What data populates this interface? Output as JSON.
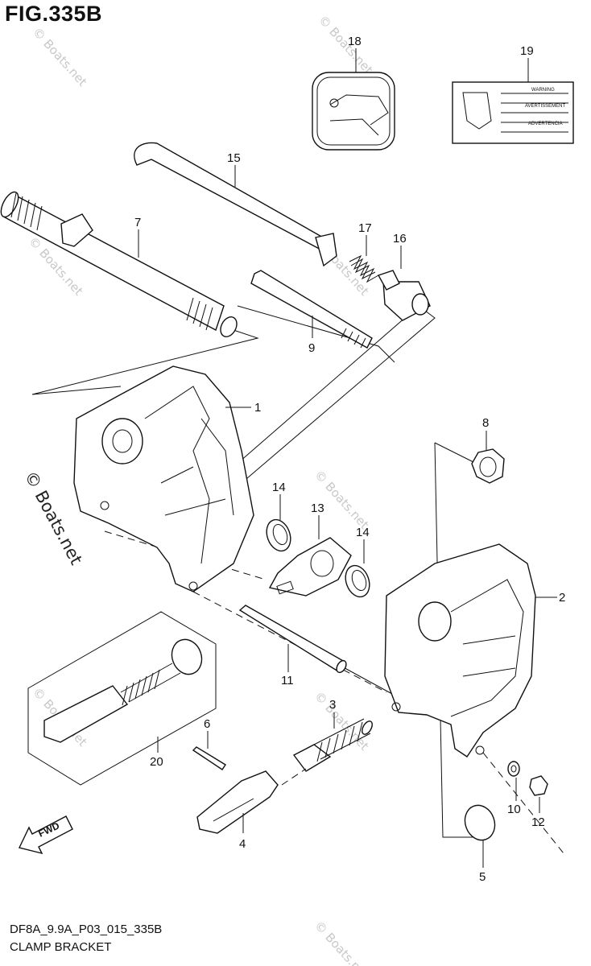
{
  "figure": {
    "title": "FIG.335B",
    "code": "DF8A_9.9A_P03_015_335B",
    "name": "CLAMP BRACKET"
  },
  "watermark": {
    "text": "© Boats.net"
  },
  "fwd_label": "FWD",
  "callouts": {
    "c1": "1",
    "c2": "2",
    "c3": "3",
    "c4": "4",
    "c5": "5",
    "c6": "6",
    "c7": "7",
    "c8": "8",
    "c9": "9",
    "c10": "10",
    "c11": "11",
    "c12": "12",
    "c13": "13",
    "c14a": "14",
    "c14b": "14",
    "c15": "15",
    "c16": "16",
    "c17": "17",
    "c18": "18",
    "c19": "19",
    "c20": "20"
  },
  "label19": {
    "warning": "WARNING",
    "avertissement": "AVERTISSEMENT",
    "advertencia": "ADVERTENCIA"
  }
}
